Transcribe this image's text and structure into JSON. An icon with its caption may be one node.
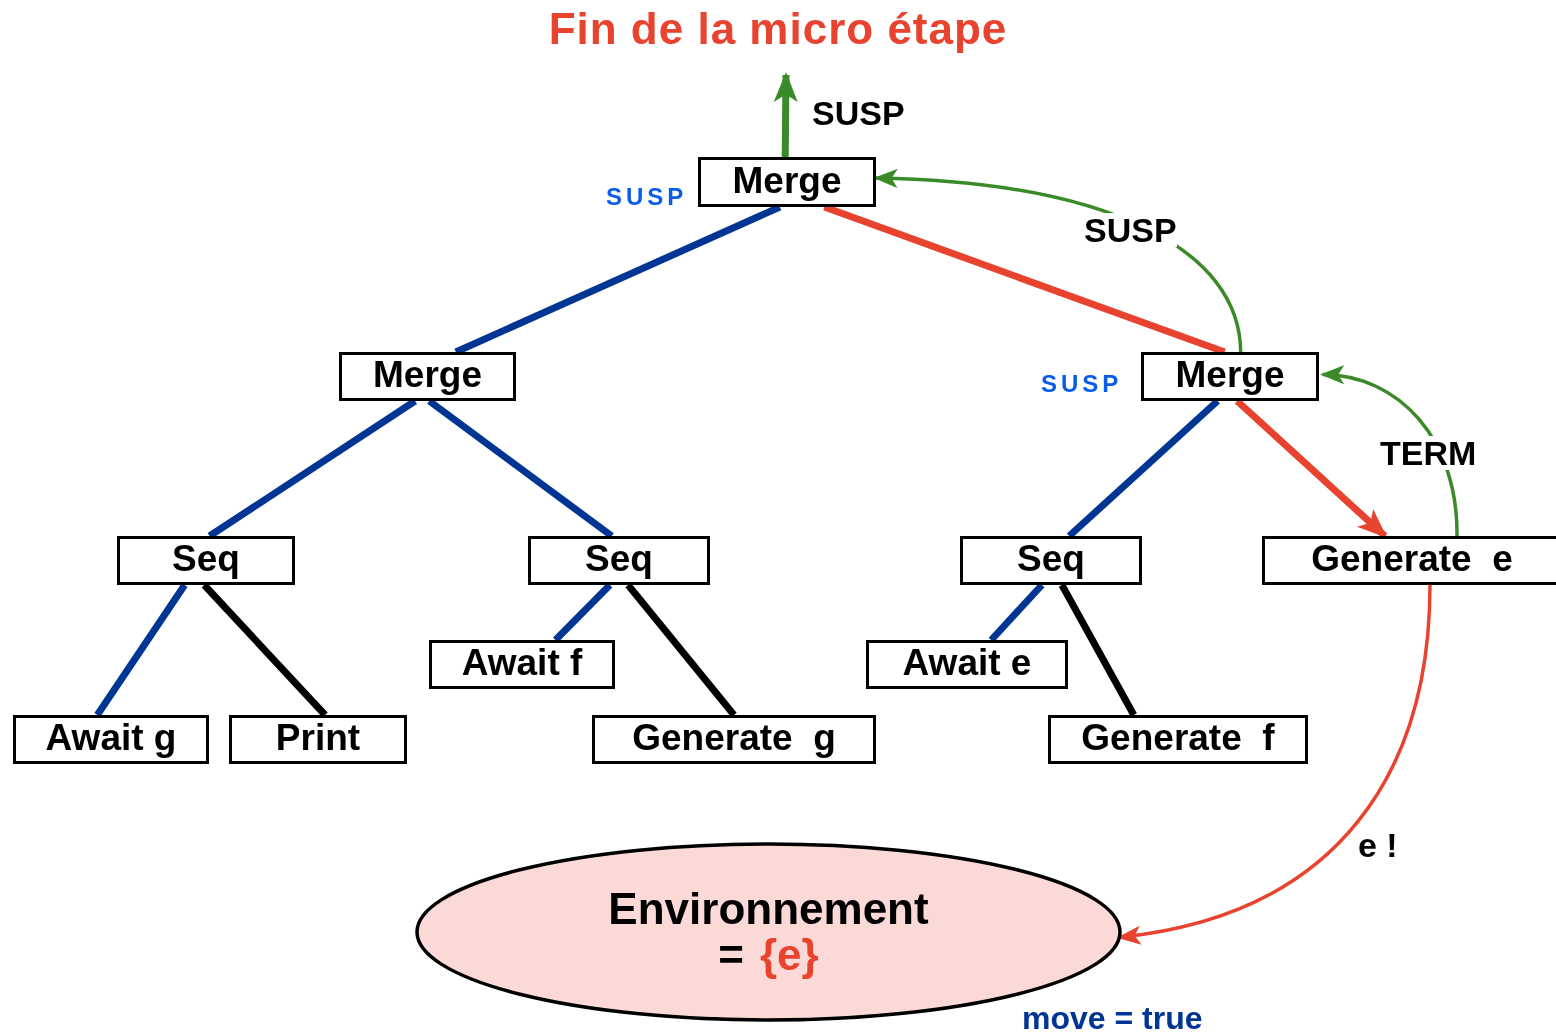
{
  "diagram": {
    "title": "Fin de la micro étape",
    "nodes": [
      {
        "text": [
          "Merge"
        ],
        "beside": [
          "SUSP"
        ]
      },
      {
        "text": [
          "Merge"
        ]
      },
      {
        "text": [
          "Merge"
        ],
        "beside": [
          "SUSP"
        ]
      },
      {
        "text": [
          "Seq"
        ]
      },
      {
        "text": [
          "Seq"
        ]
      },
      {
        "text": [
          "Seq"
        ]
      },
      {
        "text": [
          "Generate  e"
        ]
      },
      {
        "text": [
          "Await g"
        ]
      },
      {
        "text": [
          "Print"
        ]
      },
      {
        "text": [
          "Await f"
        ]
      },
      {
        "text": [
          "Generate  g"
        ]
      },
      {
        "text": [
          "Await e"
        ]
      },
      {
        "text": [
          "Generate  f"
        ]
      },
      {
        "text": [
          "Environnement",
          "=",
          "{e}"
        ]
      }
    ],
    "edges": [
      {
        "from": 0,
        "to": null,
        "arrow": "to",
        "label": "SUSP",
        "color": "#3a8a2a"
      },
      {
        "from": 0,
        "to": 1,
        "arrow": "none",
        "color": "#003594"
      },
      {
        "from": 0,
        "to": 2,
        "arrow": "none",
        "color": "#e8432f"
      },
      {
        "from": 2,
        "to": 0,
        "arrow": "to",
        "label": "SUSP",
        "color": "#3a8a2a"
      },
      {
        "from": 1,
        "to": 3,
        "arrow": "none",
        "color": "#003594"
      },
      {
        "from": 1,
        "to": 4,
        "arrow": "none",
        "color": "#003594"
      },
      {
        "from": 2,
        "to": 5,
        "arrow": "none",
        "color": "#003594"
      },
      {
        "from": 2,
        "to": 6,
        "arrow": "to",
        "color": "#e8432f"
      },
      {
        "from": 6,
        "to": 2,
        "arrow": "to",
        "label": "TERM",
        "color": "#3a8a2a"
      },
      {
        "from": 3,
        "to": 7,
        "arrow": "none",
        "color": "#003594"
      },
      {
        "from": 3,
        "to": 8,
        "arrow": "none",
        "color": "#000000"
      },
      {
        "from": 4,
        "to": 9,
        "arrow": "none",
        "color": "#003594"
      },
      {
        "from": 4,
        "to": 10,
        "arrow": "none",
        "color": "#000000"
      },
      {
        "from": 5,
        "to": 11,
        "arrow": "none",
        "color": "#003594"
      },
      {
        "from": 5,
        "to": 12,
        "arrow": "none",
        "color": "#000000"
      },
      {
        "from": 6,
        "to": 13,
        "arrow": "to",
        "label": "e !",
        "color": "#e8432f"
      }
    ],
    "labels": [
      "move = true"
    ]
  }
}
